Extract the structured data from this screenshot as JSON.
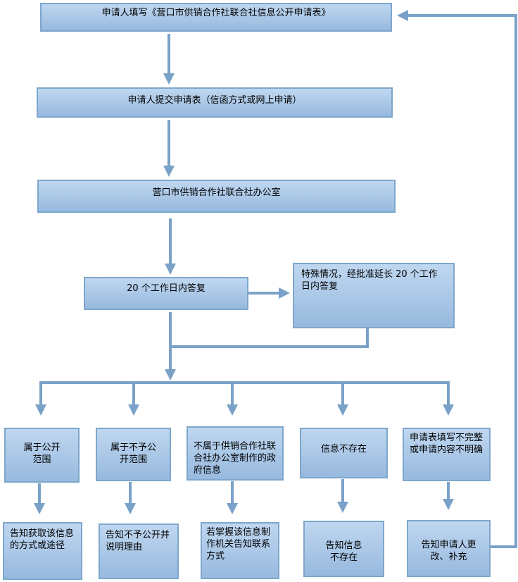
{
  "steps": {
    "fill_form": "申请人填写《营口市供销合作社联合社信息公开申请表》",
    "submit": "申请人提交申请表（信函方式或网上申请）",
    "office": "营口市供销合作社联合社办公室",
    "reply_20": "20 个工作日内答复",
    "extend": "特殊情况，经批准延长 20 个工作日内答复"
  },
  "branches": [
    {
      "case": "属于公开范围",
      "result": "告知获取该信息的方式或途径"
    },
    {
      "case": "属于不予公开范围",
      "result": "告知不予公开并说明理由"
    },
    {
      "case": "不属于供销合作社联合社办公室制作的政府信息",
      "result": "若掌握该信息制作机关告知联系方式"
    },
    {
      "case": "信息不存在",
      "result": "告知信息不存在"
    },
    {
      "case": "申请表填写不完整或申请内容不明确",
      "result": "告知申请人更改、补充"
    }
  ],
  "colors": {
    "line": "#7aa2c8",
    "box_top": "#bfd7f0",
    "box_bottom": "#97b9de",
    "border": "#7ea6cc"
  }
}
